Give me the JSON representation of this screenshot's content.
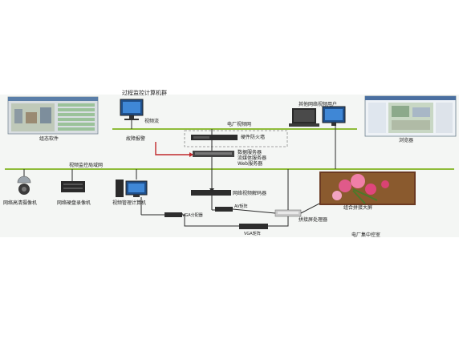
{
  "labels": {
    "surveillance_top": "过程监控计算机群",
    "config_software": "组态软件",
    "video_stream": "视频流",
    "fault_alarm": "故障报警",
    "power_network": "电厂视频网",
    "hardware_firewall": "硬件防火墙",
    "server_stack": "数据服务器\n流媒体服务器\nWeb服务器",
    "video_network": "视频监控局域网",
    "hd_camera": "网络高清摄像机",
    "nvr": "网络硬盘录像机",
    "video_mgmt_pc": "视频管理计算机",
    "network_decoder": "网络视频解码器",
    "av_matrix": "AV矩阵",
    "vga_splitter": "VGA分配器",
    "vga_matrix": "VGA矩阵",
    "splice_processor": "拼接屏处理器",
    "video_wall": "组合拼接大屏",
    "control_room": "电厂集中控室",
    "remote_users": "其他网络视频用户",
    "browser": "浏览器"
  },
  "colors": {
    "network_line": "#8fbc3a",
    "alarm_line": "#c0282c",
    "wire": "#2a2a2a",
    "firewall_box": "#888888"
  }
}
